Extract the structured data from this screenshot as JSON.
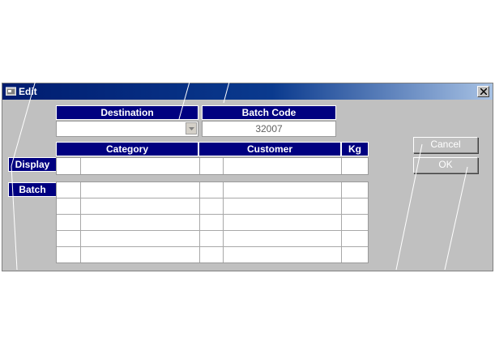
{
  "window": {
    "title": "Edit"
  },
  "destination": {
    "label": "Destination",
    "value": ""
  },
  "batch_code": {
    "label": "Batch Code",
    "value": "32007"
  },
  "columns": {
    "category": "Category",
    "customer": "Customer",
    "kg": "Kg"
  },
  "side_buttons": {
    "display": "Display",
    "batch": "Batch"
  },
  "actions": {
    "cancel": "Cancel",
    "ok": "OK"
  }
}
